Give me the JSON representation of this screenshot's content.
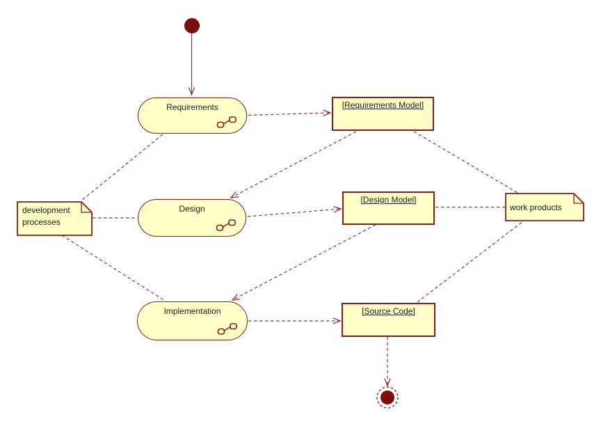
{
  "diagram": {
    "kind": "uml-activity-diagram",
    "background": "#ffffff"
  },
  "colors": {
    "background": "#ffffff",
    "node_fill": "#ffffc8",
    "node_border": "#8b1a1a",
    "connector": "#993333",
    "state_fill": "#7e0e0e",
    "label_text": "#1a1a1a"
  },
  "nodes": {
    "initial_state": {
      "type": "initial-state"
    },
    "requirements": {
      "type": "activity",
      "label": "Requirements"
    },
    "design": {
      "type": "activity",
      "label": "Design"
    },
    "implementation": {
      "type": "activity",
      "label": "Implementation"
    },
    "requirements_model": {
      "type": "object-node",
      "label": "[Requirements Model]"
    },
    "design_model": {
      "type": "object-node",
      "label": "[Design Model]"
    },
    "source_code": {
      "type": "object-node",
      "label": "[Source Code]"
    },
    "development_processes": {
      "type": "note",
      "label": "development processes"
    },
    "work_products": {
      "type": "note",
      "label": "work products"
    },
    "final_state": {
      "type": "final-state"
    }
  },
  "icons": {
    "subactivity": "subactivity-icon (two small linked boxes shown inside each activity)"
  },
  "edges": [
    {
      "from": "initial-state",
      "to": "requirements",
      "style": "solid",
      "arrowhead": true
    },
    {
      "from": "requirements",
      "to": "requirements-model",
      "style": "dashed",
      "arrowhead": true
    },
    {
      "from": "requirements-model",
      "to": "design",
      "style": "dashed",
      "arrowhead": true
    },
    {
      "from": "design",
      "to": "design-model",
      "style": "dashed",
      "arrowhead": true
    },
    {
      "from": "design-model",
      "to": "implementation",
      "style": "dashed",
      "arrowhead": true
    },
    {
      "from": "implementation",
      "to": "source-code",
      "style": "dashed",
      "arrowhead": true
    },
    {
      "from": "source-code",
      "to": "final-state",
      "style": "dashed",
      "arrowhead": true
    },
    {
      "from": "requirements",
      "to": "development-processes",
      "style": "dashed",
      "arrowhead": false
    },
    {
      "from": "development-processes",
      "to": "design",
      "style": "dashed",
      "arrowhead": false
    },
    {
      "from": "development-processes",
      "to": "implementation",
      "style": "dashed",
      "arrowhead": false
    },
    {
      "from": "requirements-model",
      "to": "work-products",
      "style": "dashed",
      "arrowhead": false
    },
    {
      "from": "design-model",
      "to": "work-products",
      "style": "dashed",
      "arrowhead": false
    },
    {
      "from": "source-code",
      "to": "work-products",
      "style": "dashed",
      "arrowhead": false
    }
  ]
}
